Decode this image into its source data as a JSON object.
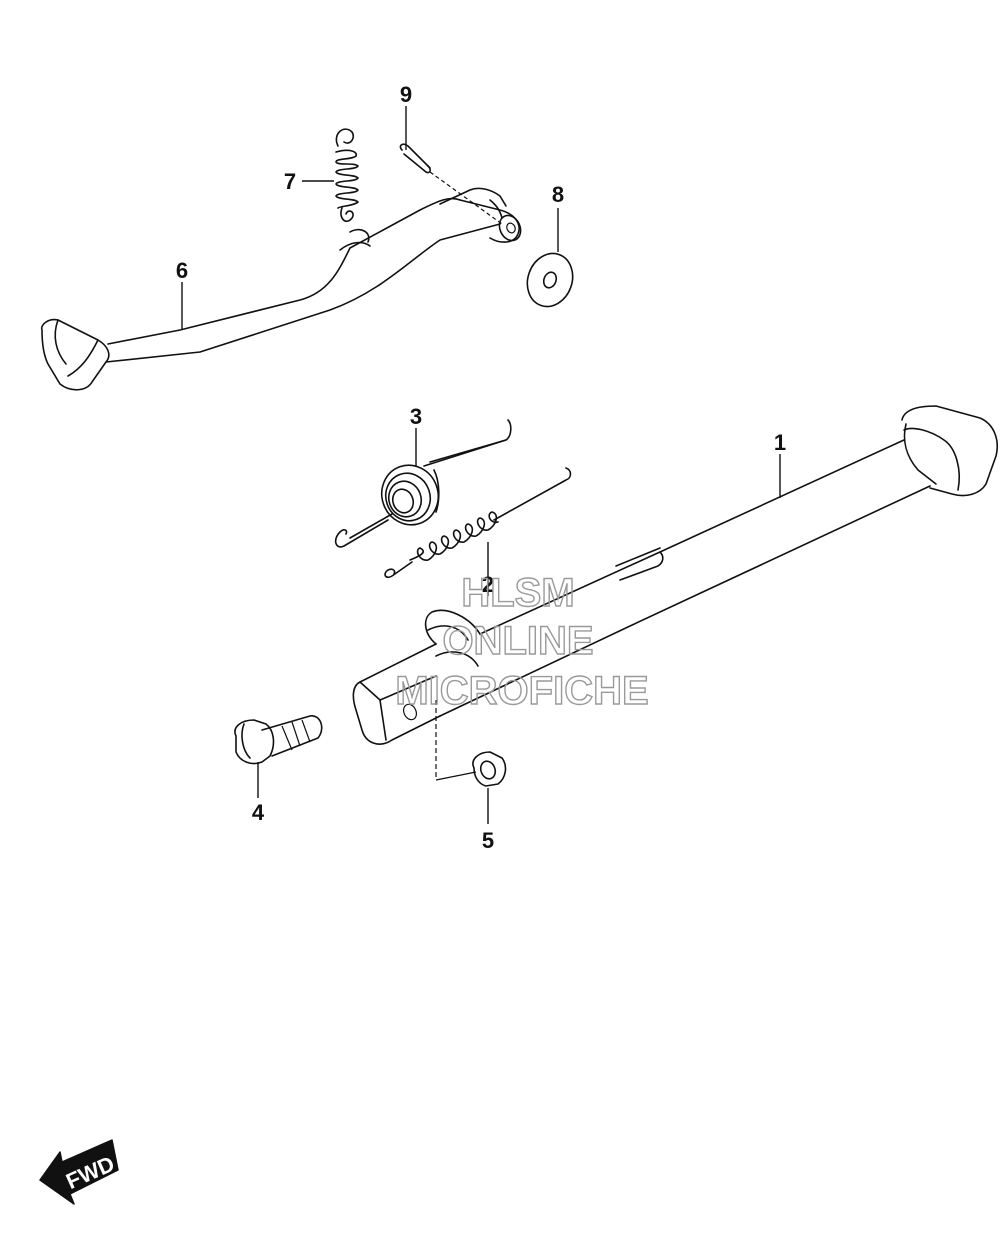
{
  "callouts": {
    "c1": "1",
    "c2": "2",
    "c3": "3",
    "c4": "4",
    "c5": "5",
    "c6": "6",
    "c7": "7",
    "c8": "8",
    "c9": "9"
  },
  "watermark": {
    "line1": "HLSM",
    "line2": "ONLINE",
    "line3": "MICROFICHE"
  },
  "direction_badge": {
    "label": "FWD"
  }
}
